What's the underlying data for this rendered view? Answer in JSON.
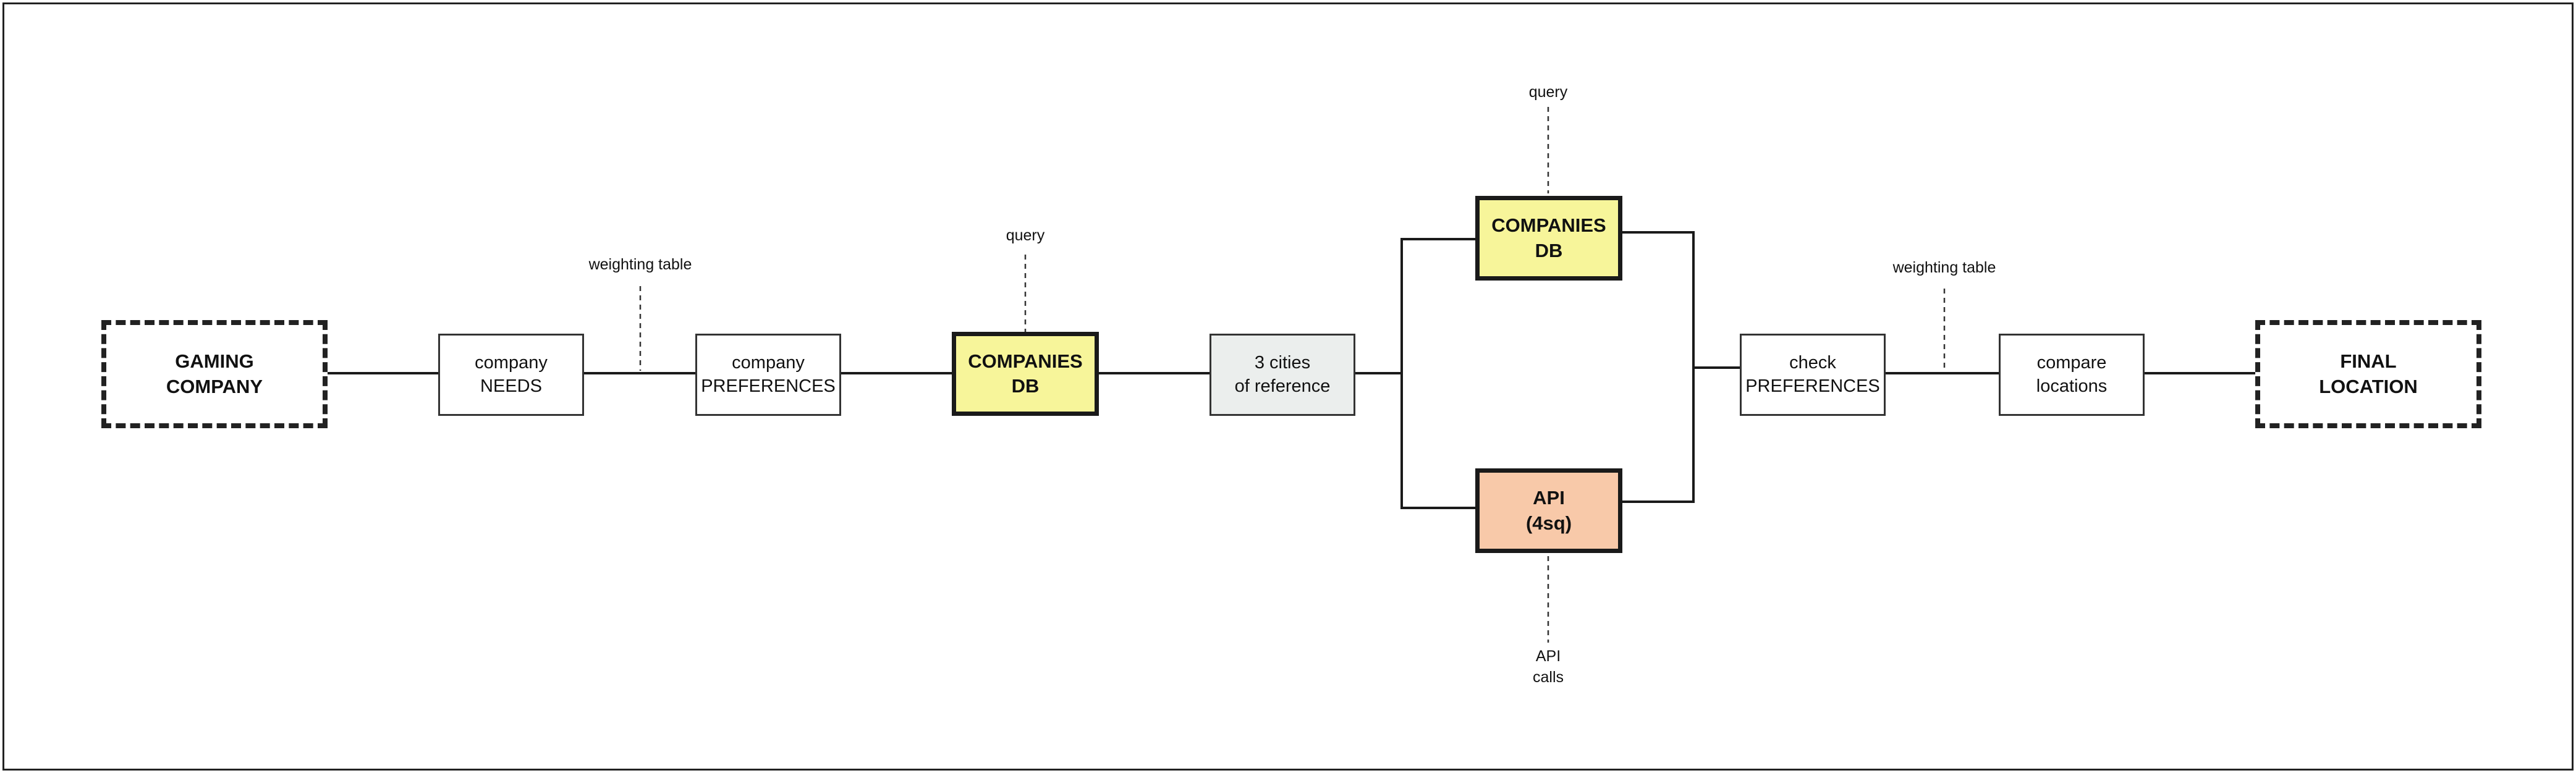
{
  "nodes": {
    "gaming_company": "GAMING\nCOMPANY",
    "company_needs": "company\nNEEDS",
    "company_preferences": "company\nPREFERENCES",
    "companies_db_1": "COMPANIES\nDB",
    "cities": "3 cities\nof reference",
    "companies_db_2": "COMPANIES\nDB",
    "api": "API\n(4sq)",
    "check_preferences": "check\nPREFERENCES",
    "compare_locations": "compare\nlocations",
    "final_location": "FINAL\nLOCATION"
  },
  "notes": {
    "weighting_table_1": "weighting table",
    "query_1": "query",
    "query_2": "query",
    "weighting_table_2": "weighting table",
    "api_calls": "API\ncalls"
  },
  "colors": {
    "db_fill": "#f7f59a",
    "api_fill": "#f8c9a9",
    "cities_fill": "#ebeeed",
    "line": "#1a1a1a"
  }
}
